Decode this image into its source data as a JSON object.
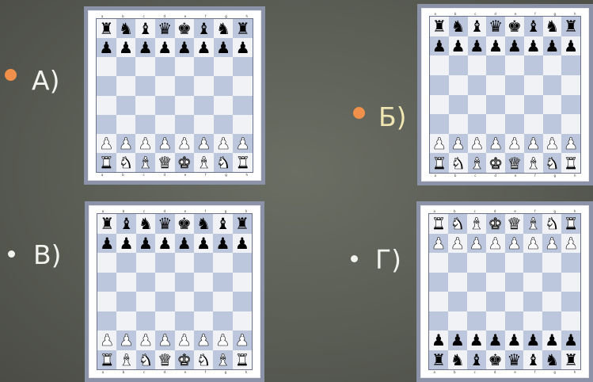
{
  "options": [
    {
      "label": "А)",
      "bullet_color": "#f0904a",
      "label_color": "#f2f2ee",
      "top_color": "black",
      "bottom_color": "white",
      "back_rank_top": [
        "rook",
        "knight",
        "bishop",
        "queen",
        "king",
        "bishop",
        "knight",
        "rook"
      ],
      "back_rank_bottom": [
        "rook",
        "knight",
        "bishop",
        "queen",
        "king",
        "bishop",
        "knight",
        "rook"
      ]
    },
    {
      "label": "Б)",
      "bullet_color": "#f0904a",
      "label_color": "#f0e6b2",
      "top_color": "black",
      "bottom_color": "white",
      "back_rank_top": [
        "rook",
        "knight",
        "bishop",
        "queen",
        "king",
        "bishop",
        "knight",
        "rook"
      ],
      "back_rank_bottom": [
        "rook",
        "knight",
        "bishop",
        "king",
        "queen",
        "bishop",
        "knight",
        "rook"
      ]
    },
    {
      "label": "В)",
      "bullet_color": "#f2f2ee",
      "label_color": "#f2f2ee",
      "top_color": "black",
      "bottom_color": "white",
      "back_rank_top": [
        "rook",
        "bishop",
        "knight",
        "queen",
        "king",
        "knight",
        "bishop",
        "rook"
      ],
      "back_rank_bottom": [
        "rook",
        "bishop",
        "knight",
        "queen",
        "king",
        "knight",
        "bishop",
        "rook"
      ]
    },
    {
      "label": "Г)",
      "bullet_color": "#f2f2ee",
      "label_color": "#f2f2ee",
      "top_color": "white",
      "bottom_color": "black",
      "back_rank_top": [
        "rook",
        "knight",
        "bishop",
        "king",
        "queen",
        "bishop",
        "knight",
        "rook"
      ],
      "back_rank_bottom": [
        "rook",
        "knight",
        "bishop",
        "king",
        "queen",
        "bishop",
        "knight",
        "rook"
      ]
    }
  ],
  "file_letters": [
    "a",
    "b",
    "c",
    "d",
    "e",
    "f",
    "g",
    "h"
  ]
}
